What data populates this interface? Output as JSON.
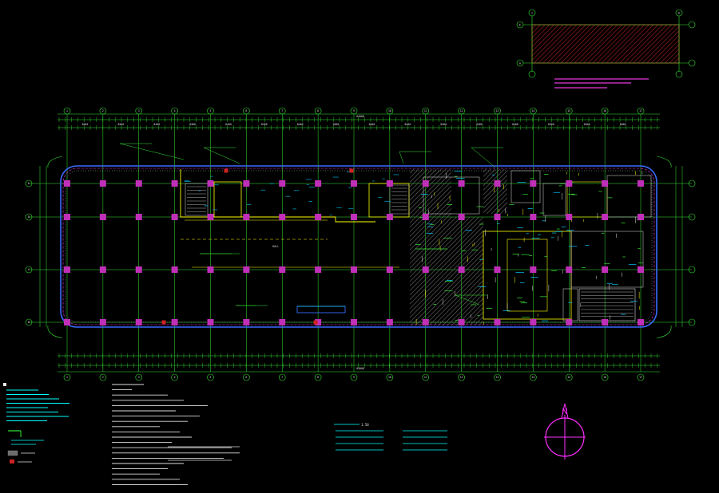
{
  "drawing": {
    "background": "#000000",
    "colors": {
      "grid": "#36e636",
      "wall": "#ffff00",
      "column": "#c02fb8",
      "partition": "#00c8ff",
      "dim_text": "#e0e0e0",
      "magenta": "#ff2fff",
      "hatch": "#6b6b6b",
      "red_fill": "#cc2222",
      "cyan": "#00ffff"
    },
    "main_plan": {
      "axis_labels_top": [
        "1",
        "2",
        "3",
        "4",
        "5",
        "6",
        "7",
        "8",
        "9",
        "10",
        "11",
        "12",
        "13",
        "14",
        "15",
        "16",
        "17"
      ],
      "axis_labels_left": [
        "E",
        "D",
        "C",
        "B",
        "A"
      ],
      "bay_dimension": "8400",
      "overall_dimension": "84000",
      "central_label": "HALL"
    },
    "key_plan": {
      "axis_labels": [
        "1",
        "6",
        "A",
        "E"
      ]
    },
    "north_arrow": {
      "label": "N"
    },
    "scale_label": "1:50"
  }
}
